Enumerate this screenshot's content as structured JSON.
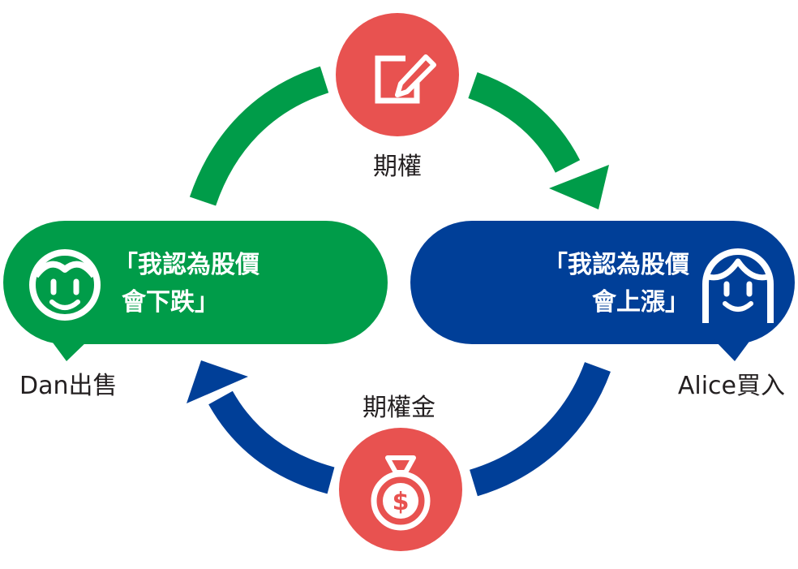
{
  "colors": {
    "green": "#009c49",
    "blue": "#003f98",
    "red": "#e85250",
    "text": "#231f20",
    "white": "#ffffff"
  },
  "top_node": {
    "icon": "contract-icon",
    "label": "期權"
  },
  "bottom_node": {
    "icon": "money-bag-icon",
    "label": "期權金"
  },
  "seller": {
    "icon": "person-short-hair-icon",
    "quote_line1": "「我認為股價",
    "quote_line2": "會下跌」",
    "caption": "Dan出售"
  },
  "buyer": {
    "icon": "person-long-hair-icon",
    "quote_line1": "「我認為股價",
    "quote_line2": "會上漲」",
    "caption": "Alice買入"
  }
}
